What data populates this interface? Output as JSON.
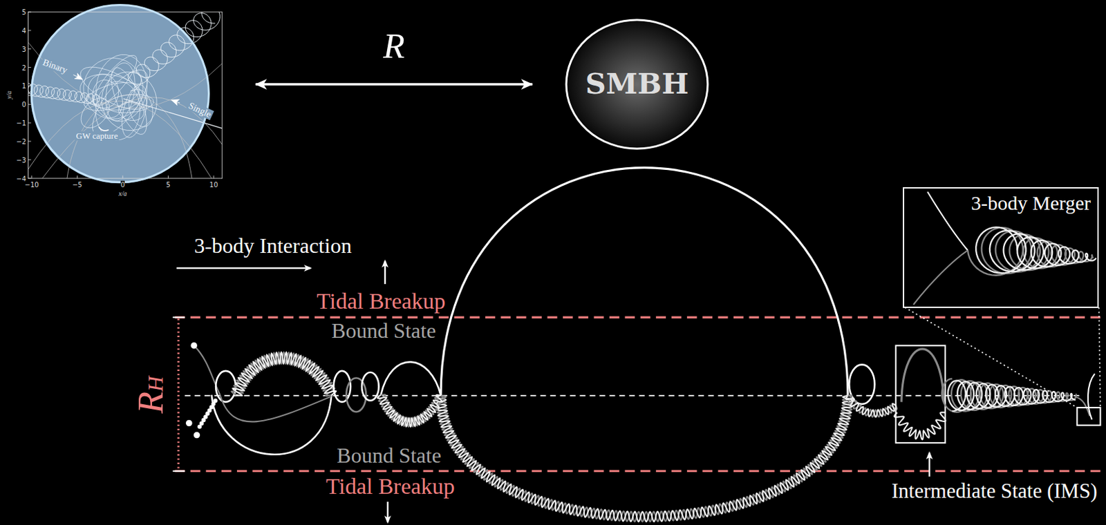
{
  "diagram": {
    "nodes": [
      {
        "text": [
          "Binary",
          "Single",
          "GW capture"
        ]
      },
      {
        "text": [
          "SMBH"
        ]
      },
      {
        "text": [
          "3-body Merger"
        ]
      }
    ],
    "edges": [
      {
        "from": 0,
        "to": 1,
        "arrow": "both",
        "label": "R"
      }
    ],
    "labels": [
      "5",
      "4",
      "3",
      "2",
      "1",
      "0",
      "−1",
      "−2",
      "−3",
      "−4",
      "−10",
      "−5",
      "0",
      "5",
      "10",
      "y/a",
      "x/a",
      "3-body Interaction",
      "Tidal Breakup",
      "Bound State",
      "Bound State",
      "Tidal Breakup",
      "RH",
      "Intermediate State (IMS)"
    ]
  }
}
